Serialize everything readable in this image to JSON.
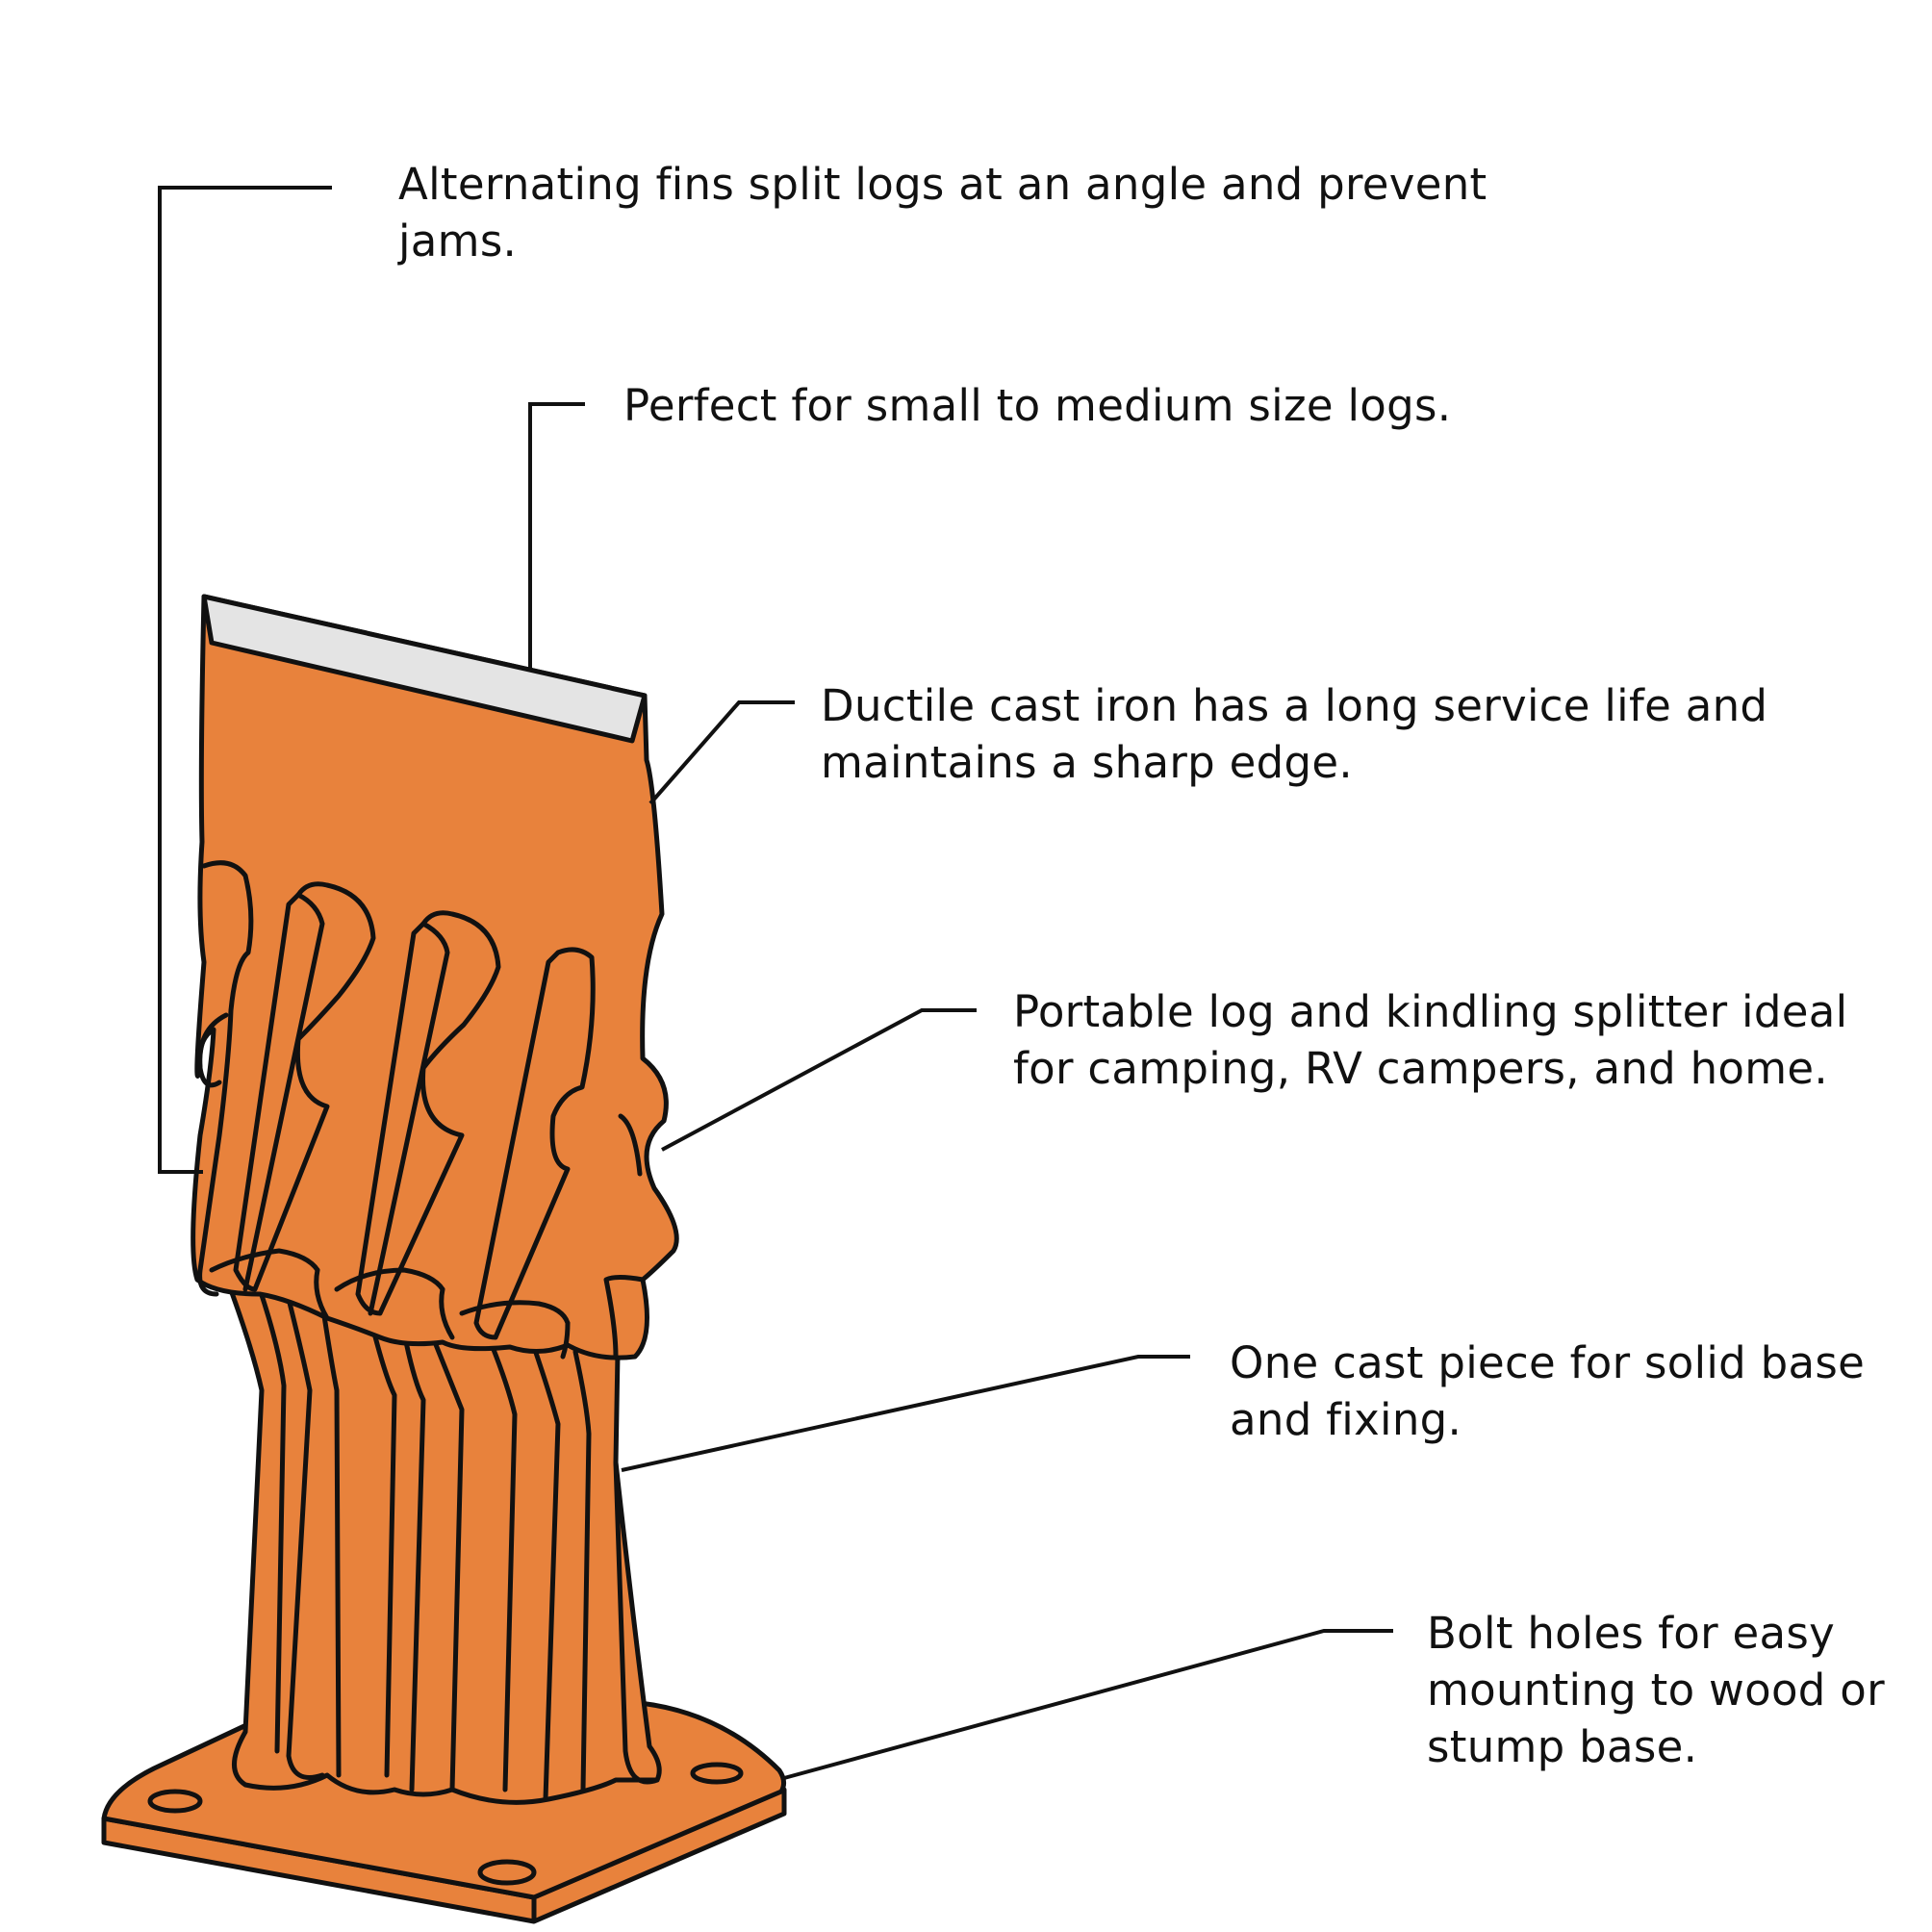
{
  "diagram": {
    "colors": {
      "body": "#E8823C",
      "blade": "#E4E4E4",
      "outline": "#111111",
      "text": "#111111",
      "background": "#FFFFFF"
    },
    "callouts": [
      {
        "id": "fins",
        "text": "Alternating fins split logs at an angle and prevent jams."
      },
      {
        "id": "size",
        "text": "Perfect for small to medium size logs."
      },
      {
        "id": "material",
        "text": "Ductile cast iron has a long service life and maintains a sharp edge."
      },
      {
        "id": "portable",
        "text": "Portable log and kindling splitter ideal for camping, RV campers, and home."
      },
      {
        "id": "one-piece",
        "text": "One cast piece for solid base and fixing."
      },
      {
        "id": "bolt-holes",
        "text": "Bolt holes for easy mounting to wood or stump base."
      }
    ]
  }
}
